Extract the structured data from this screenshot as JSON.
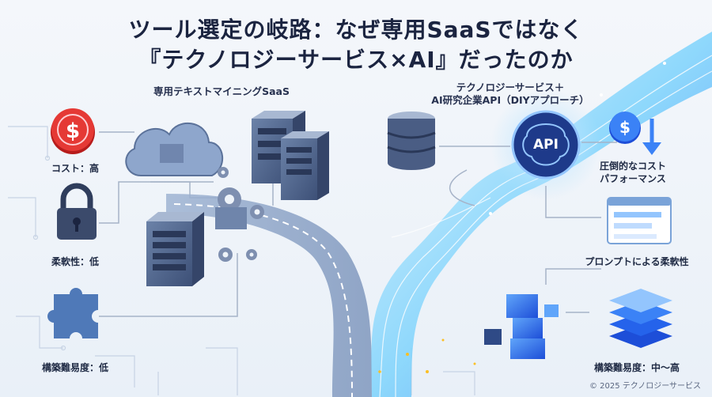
{
  "title": {
    "line1": "ツール選定の岐路：なぜ専用SaaSではなく",
    "line2": "『テクノロジーサービス×AI』だったのか"
  },
  "left": {
    "header": "専用テキストマイニングSaaS",
    "labels": {
      "cost": "コスト：高",
      "flexibility": "柔軟性：低",
      "difficulty": "構築難易度：低"
    }
  },
  "right": {
    "header_line1": "テクノロジーサービス＋",
    "header_line2": "AI研究企業API（DIYアプローチ）",
    "api_label": "API",
    "labels": {
      "cost_line1": "圧倒的なコスト",
      "cost_line2": "パフォーマンス",
      "prompt": "プロンプトによる柔軟性",
      "difficulty": "構築難易度：中〜高"
    }
  },
  "footer": "© 2025 テクノロジーサービス",
  "colors": {
    "accent_blue": "#3b82f6",
    "dark_navy": "#1b2440",
    "coin_red": "#e53935",
    "stream_cyan": "#7dd3fc"
  },
  "icons": [
    "cost-red-coin-icon",
    "padlock-icon",
    "puzzle-piece-icon",
    "cloud-icon",
    "server-icon",
    "gear-icon",
    "database-icon",
    "ai-brain-icon",
    "blue-coin-down-icon",
    "prompt-window-icon",
    "building-blocks-icon",
    "layered-stack-icon"
  ]
}
